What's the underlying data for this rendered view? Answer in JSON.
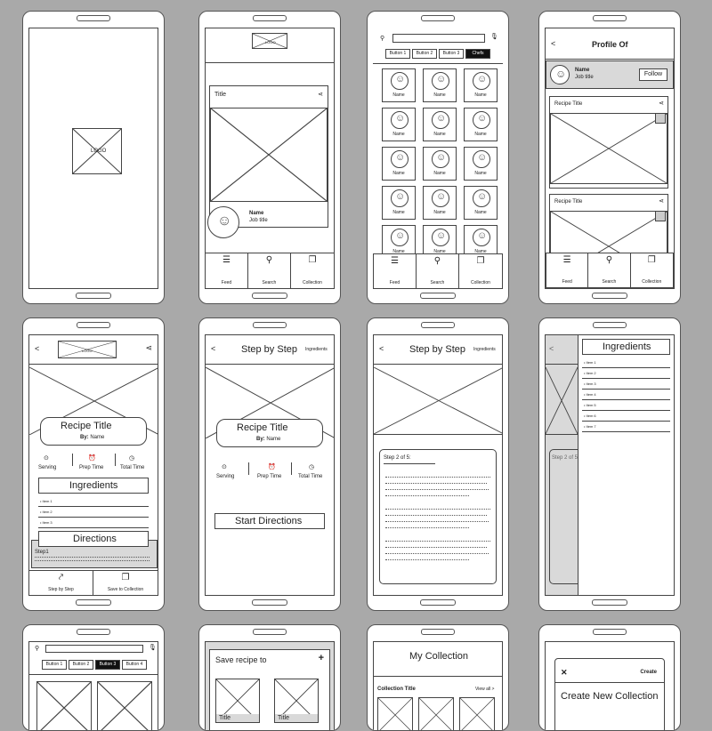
{
  "splash": {
    "logo": "LOGO"
  },
  "feed": {
    "header_logo": "LOGO",
    "post_title": "Title",
    "author_name": "Name",
    "author_job": "Job title",
    "nav": [
      "Feed",
      "Search",
      "Collection"
    ]
  },
  "search": {
    "buttons": [
      "Button 1",
      "Button 2",
      "Button 3",
      "Chefs"
    ],
    "grid_label": "Name",
    "nav": [
      "Feed",
      "Search",
      "Collection"
    ]
  },
  "profile": {
    "back": "<",
    "title": "Profile Of",
    "name": "Name",
    "job": "Job title",
    "follow": "Follow",
    "card_title": "Recipe Title",
    "nav": [
      "Feed",
      "Search",
      "Collection"
    ]
  },
  "recipe": {
    "back": "<",
    "logo": "LOGO",
    "title": "Recipe Title",
    "by_label": "By:",
    "by_name": "Name",
    "stats": [
      "Serving",
      "Prep Time",
      "Total Time"
    ],
    "ingredients": "Ingredients",
    "items": [
      "• Item 1",
      "• Item 2",
      "• Item 3"
    ],
    "directions": "Directions",
    "step": "Step1",
    "actions": [
      "Step by Step",
      "Save to Collection"
    ]
  },
  "stepintro": {
    "back": "<",
    "title": "Step by Step",
    "ingredients_link": "Ingredients",
    "recipe_title": "Recipe Title",
    "by_label": "By:",
    "by_name": "Name",
    "stats": [
      "Serving",
      "Prep Time",
      "Total Time"
    ],
    "start": "Start Directions"
  },
  "stepdetail": {
    "back": "<",
    "title": "Step by Step",
    "ingredients_link": "Ingredients",
    "step_label": "Step 2 of 5:"
  },
  "drawer": {
    "back": "<",
    "title": "Ingredients",
    "items": [
      "• Item 1",
      "• Item 2",
      "• Item 3",
      "• Item 4",
      "• Item 5",
      "• Item 6",
      "• Item 7"
    ],
    "peek": "Step 2 of 5"
  },
  "searchrecipes": {
    "buttons": [
      "Button 1",
      "Button 2",
      "Button 3",
      "Button 4"
    ]
  },
  "save": {
    "title": "Save recipe to",
    "plus": "+",
    "cards": [
      "Title",
      "Title"
    ]
  },
  "collection": {
    "title": "My Collection",
    "section": "Collection Title",
    "view_all": "View all >"
  },
  "create": {
    "close": "✕",
    "action": "Create",
    "title": "Create New Collection"
  }
}
